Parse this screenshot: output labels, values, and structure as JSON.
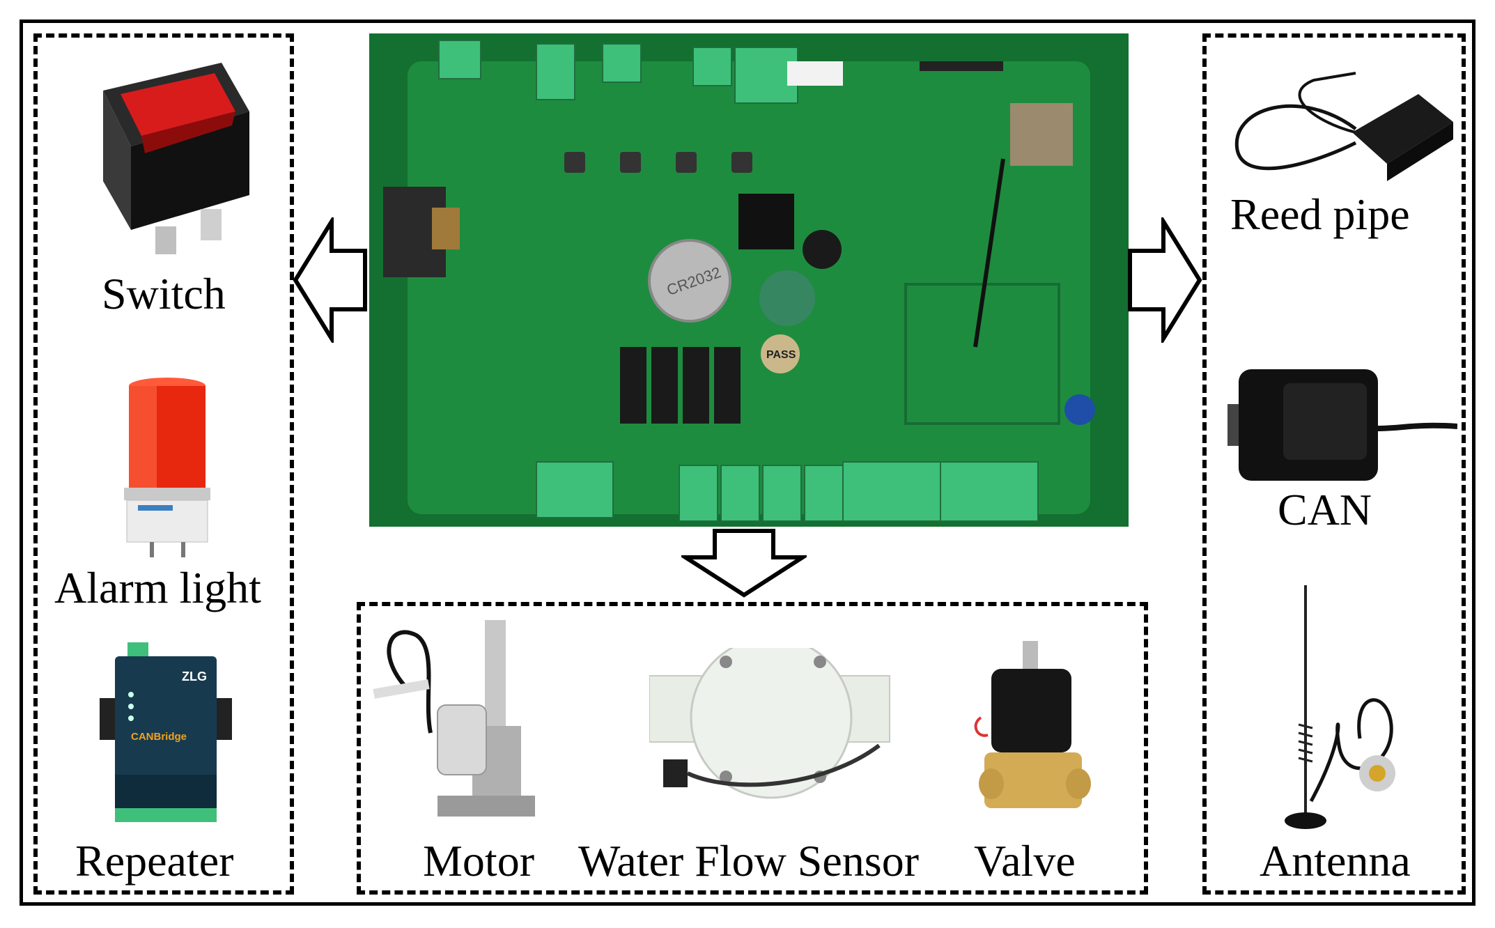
{
  "left_panel": {
    "items": [
      {
        "label": "Switch",
        "icon": "rocker-switch-icon"
      },
      {
        "label": "Alarm light",
        "icon": "alarm-light-icon"
      },
      {
        "label": "Repeater",
        "icon": "repeater-icon"
      }
    ],
    "repeater_brand": "ZLG",
    "repeater_product": "CANBridge"
  },
  "right_panel": {
    "items": [
      {
        "label": "Reed pipe",
        "icon": "reed-switch-icon"
      },
      {
        "label": "CAN",
        "icon": "can-adapter-icon"
      },
      {
        "label": "Antenna",
        "icon": "antenna-icon"
      }
    ]
  },
  "bottom_panel": {
    "items": [
      {
        "label": "Motor",
        "icon": "linear-motor-icon"
      },
      {
        "label": "Water Flow Sensor",
        "icon": "water-flow-sensor-icon"
      },
      {
        "label": "Valve",
        "icon": "solenoid-valve-icon"
      }
    ]
  },
  "center": {
    "board_icon": "pcb-board-icon",
    "battery_text": "CR2032",
    "pass_sticker": "PASS"
  },
  "colors": {
    "pcb_green": "#1e8c3f",
    "pcb_dark": "#137030",
    "connector_green": "#3ec07a",
    "switch_red": "#d81c1c",
    "alarm_red": "#e8270f",
    "repeater_blue": "#173a4f"
  }
}
